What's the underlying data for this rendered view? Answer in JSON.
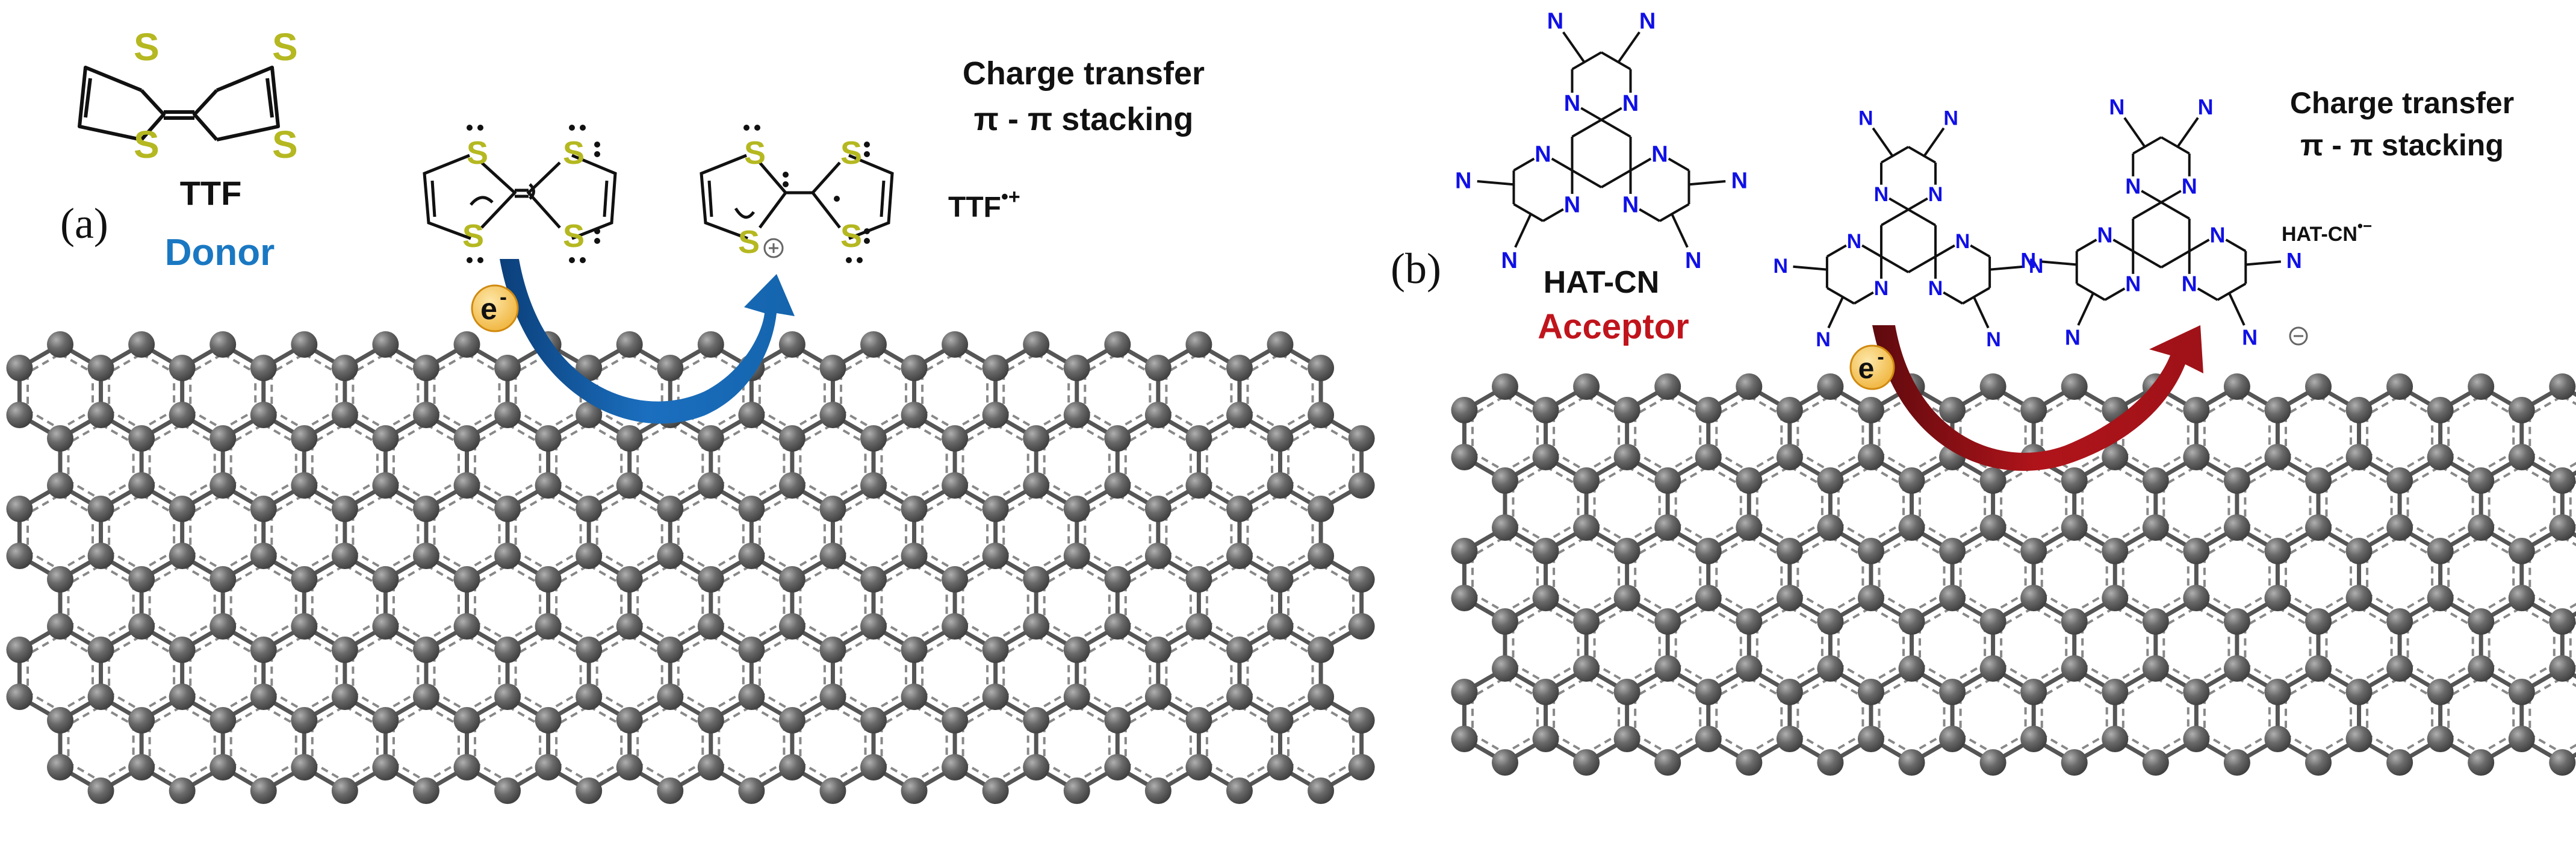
{
  "panel_a": {
    "label": "(a)",
    "molecule_name": "TTF",
    "role": "Donor",
    "cation_label": "TTF",
    "cation_superscript": "•+",
    "title_line1": "Charge transfer",
    "title_line2": "π - π stacking",
    "electron_label": "e",
    "electron_superscript": "-",
    "sulfur_symbol": "S"
  },
  "panel_b": {
    "label": "(b)",
    "molecule_name": "HAT-CN",
    "role": "Acceptor",
    "anion_label": "HAT-CN",
    "anion_superscript": "•−",
    "title_line1": "Charge transfer",
    "title_line2": "π - π stacking",
    "electron_label": "e",
    "electron_superscript": "-",
    "nitrogen_symbol": "N"
  },
  "colors": {
    "sulfur": "#b5b820",
    "nitrogen": "#1010e6",
    "donor_text": "#1a78c2",
    "acceptor_text": "#c0141c",
    "arrow_a": "#1464ad",
    "arrow_b": "#9e1218",
    "electron_fill": "#f6c85a",
    "atom": "#5a5a5a",
    "bond": "#666666"
  }
}
